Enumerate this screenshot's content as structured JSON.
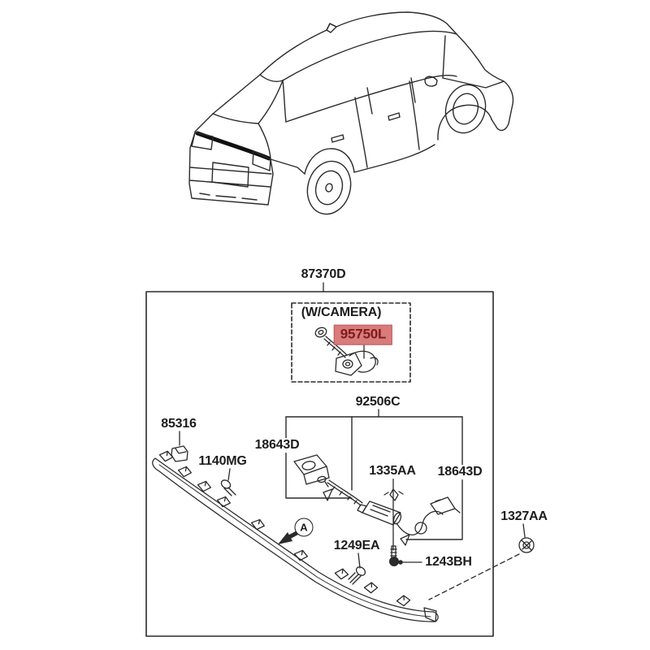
{
  "figure": {
    "type": "exploded-parts-diagram",
    "view_marker": "A",
    "colors": {
      "line": "#2b2b2b",
      "highlight_bg": "#d97b7b",
      "highlight_fg": "#7c1d1d",
      "highlight_border": "#bb5a5a"
    },
    "labels": {
      "assembly": "87370D",
      "camera_note": "(W/CAMERA)",
      "camera_harness": "95750L",
      "lamp_assembly": "92506C",
      "clip": "85316",
      "screw_front": "1140MG",
      "lamp_left": "18643D",
      "wire_clip": "1335AA",
      "lamp_right": "18643D",
      "nut": "1327AA",
      "screw_rear": "1249EA",
      "bolt": "1243BH"
    }
  }
}
